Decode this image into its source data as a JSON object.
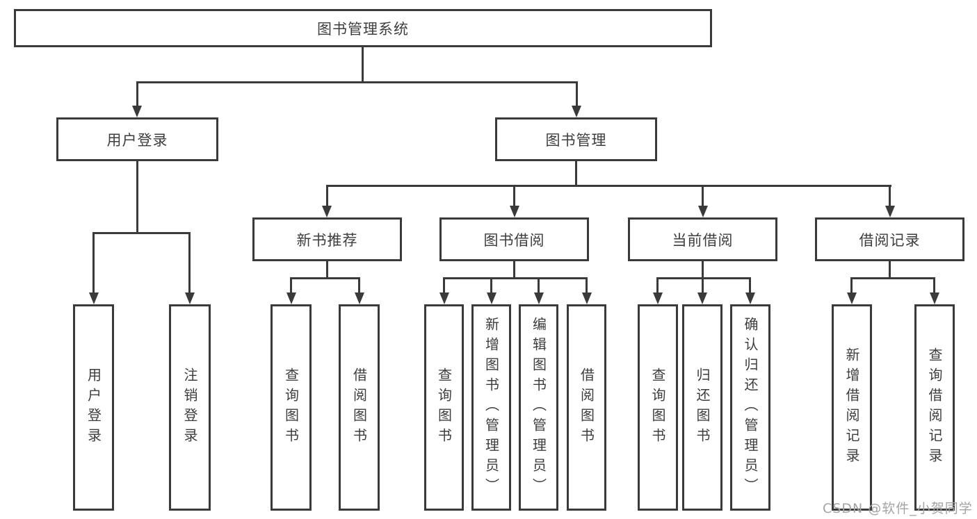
{
  "nodes": {
    "root": "图书管理系统",
    "user_login": "用户登录",
    "book_mgmt": "图书管理",
    "l3": [
      "新书推荐",
      "图书借阅",
      "当前借阅",
      "借阅记录"
    ],
    "login_leaves": [
      "用户登录",
      "注销登录"
    ],
    "recommend_leaves": [
      "查询图书",
      "借阅图书"
    ],
    "borrow_leaves": [
      "查询图书",
      "新增图书（管理员）",
      "编辑图书（管理员）",
      "借阅图书"
    ],
    "current_leaves": [
      "查询图书",
      "归还图书",
      "确认归还（管理员）"
    ],
    "record_leaves": [
      "新增借阅记录",
      "查询借阅记录"
    ]
  },
  "watermark": "CSDN @软件_小贺同学",
  "colors": {
    "line": "#3a3a3a",
    "text": "#3d3d3d",
    "watermark": "#a3a3a3",
    "background": "#ffffff"
  }
}
